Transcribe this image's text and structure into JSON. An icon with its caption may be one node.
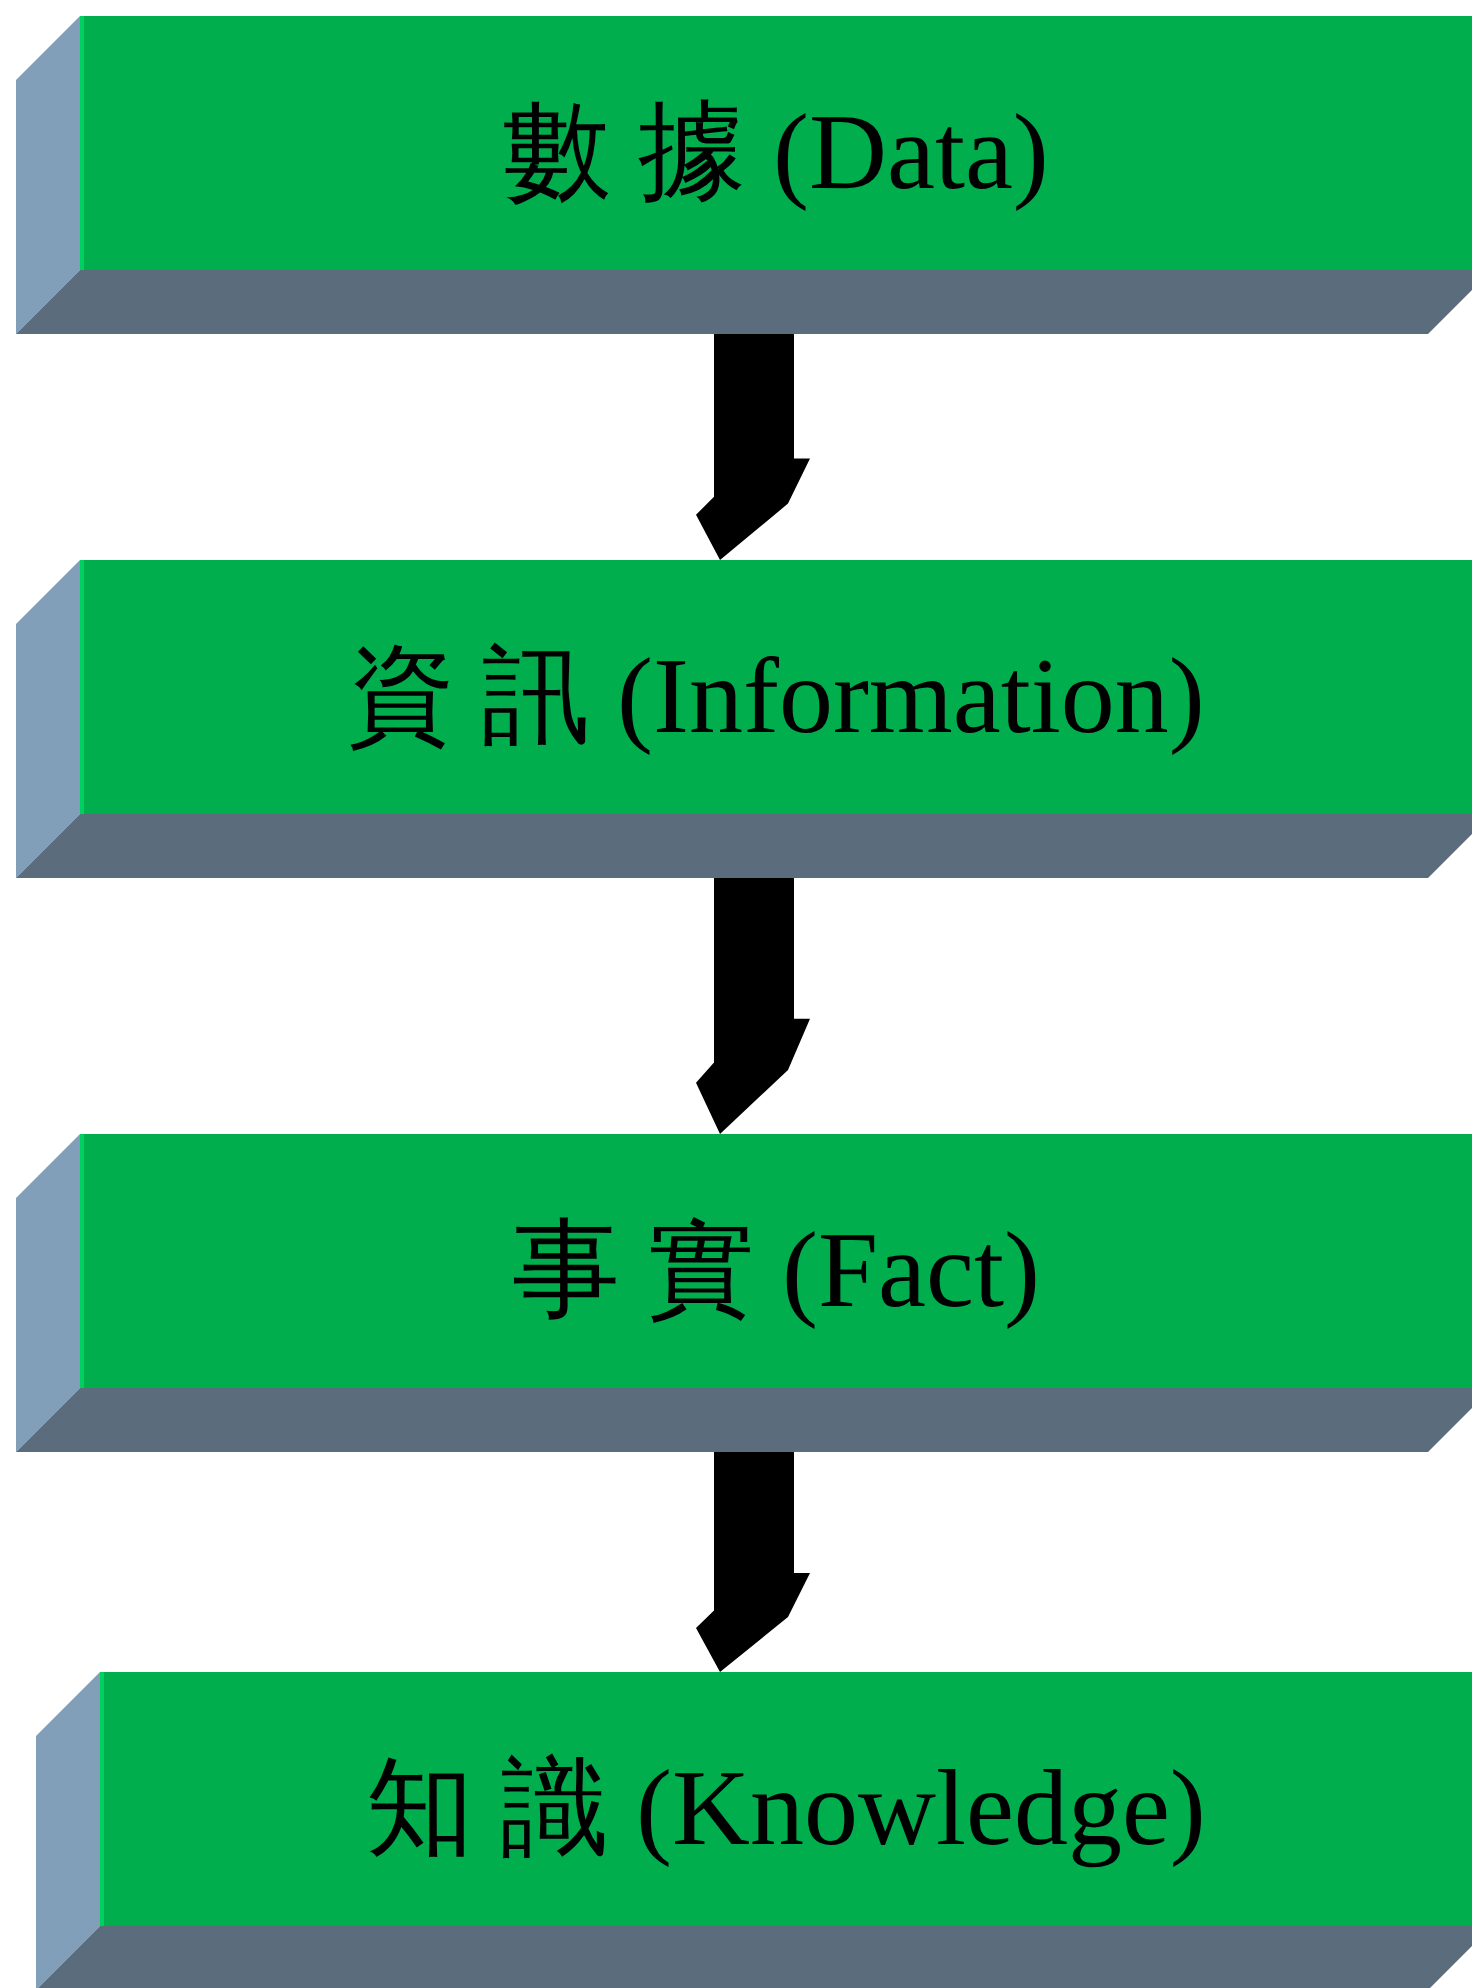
{
  "diagram": {
    "nodes": [
      {
        "text": [
          "數 據 (Data)"
        ]
      },
      {
        "text": [
          "資 訊 (Information)"
        ]
      },
      {
        "text": [
          "事 實 (Fact)"
        ]
      },
      {
        "text": [
          "知 識 (Knowledge)"
        ]
      }
    ],
    "edges": [
      {
        "from": 0,
        "to": 1,
        "arrow": "to"
      },
      {
        "from": 1,
        "to": 2,
        "arrow": "to"
      },
      {
        "from": 2,
        "to": 3,
        "arrow": "to"
      }
    ]
  }
}
